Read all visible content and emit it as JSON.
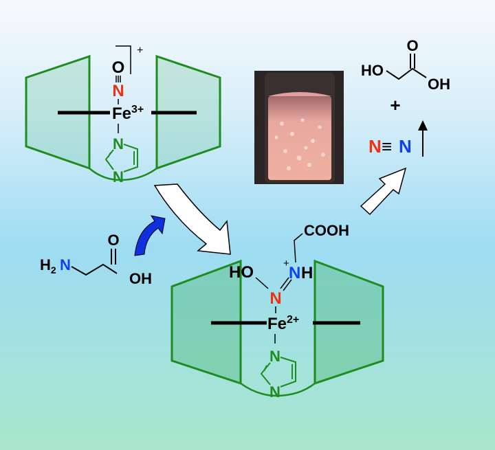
{
  "colors": {
    "cage": "#1e8c1e",
    "cage_fill": "#5cbf8a",
    "nitrogen_red": "#f03010",
    "nitrogen_blue": "#1040f0",
    "black": "#000000",
    "arrow_blue": "#1030e0"
  },
  "top_complex": {
    "oxygen": "O",
    "nitrogen": "N",
    "charge": "+",
    "iron": "Fe",
    "iron_charge": "3+",
    "imidazole_n1": "N",
    "imidazole_n2": "N"
  },
  "glycine": {
    "amine": "H",
    "amine_sub": "2",
    "amine_n": "N",
    "carbonyl_o": "O",
    "hydroxyl": "OH"
  },
  "bottom_complex": {
    "hydroxyl": "HO",
    "nitrogen_red": "N",
    "nitrogen_blue": "N",
    "nh_h": "H",
    "plus": "+",
    "carboxyl": "COOH",
    "iron": "Fe",
    "iron_charge": "2+",
    "imidazole_n1": "N",
    "imidazole_n2": "N"
  },
  "products": {
    "glycolic_ho": "HO",
    "glycolic_o": "O",
    "glycolic_oh": "OH",
    "plus": "+",
    "n2_left": "N",
    "n2_bond": "≡",
    "n2_right": "N"
  }
}
